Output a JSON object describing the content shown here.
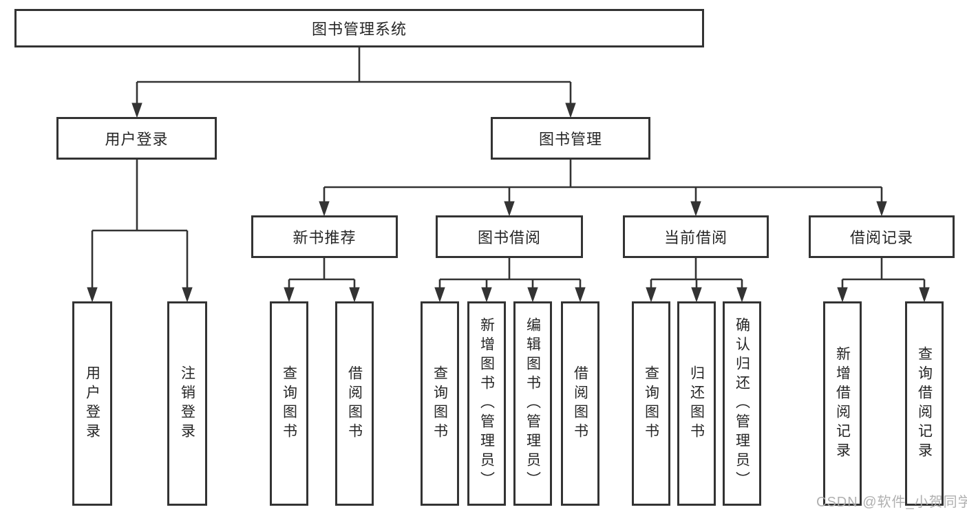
{
  "diagram": {
    "root": {
      "label": "图书管理系统"
    },
    "level2": [
      {
        "label": "用户登录",
        "children": [
          {
            "label": "用户登录"
          },
          {
            "label": "注销登录"
          }
        ]
      },
      {
        "label": "图书管理",
        "sections": [
          {
            "label": "新书推荐",
            "children": [
              {
                "label": "查询图书"
              },
              {
                "label": "借阅图书"
              }
            ]
          },
          {
            "label": "图书借阅",
            "children": [
              {
                "label": "查询图书"
              },
              {
                "label": "新增图书（管理员）"
              },
              {
                "label": "编辑图书（管理员）"
              },
              {
                "label": "借阅图书"
              }
            ]
          },
          {
            "label": "当前借阅",
            "children": [
              {
                "label": "查询图书"
              },
              {
                "label": "归还图书"
              },
              {
                "label": "确认归还（管理员）"
              }
            ]
          },
          {
            "label": "借阅记录",
            "children": [
              {
                "label": "新增借阅记录"
              },
              {
                "label": "查询借阅记录"
              }
            ]
          }
        ]
      }
    ]
  },
  "watermark": {
    "text": "CSDN @软件_小贺同学"
  },
  "colors": {
    "line": "#333333",
    "border": "#333333",
    "text": "#262626",
    "background": "#ffffff",
    "watermark": "#acacac"
  }
}
